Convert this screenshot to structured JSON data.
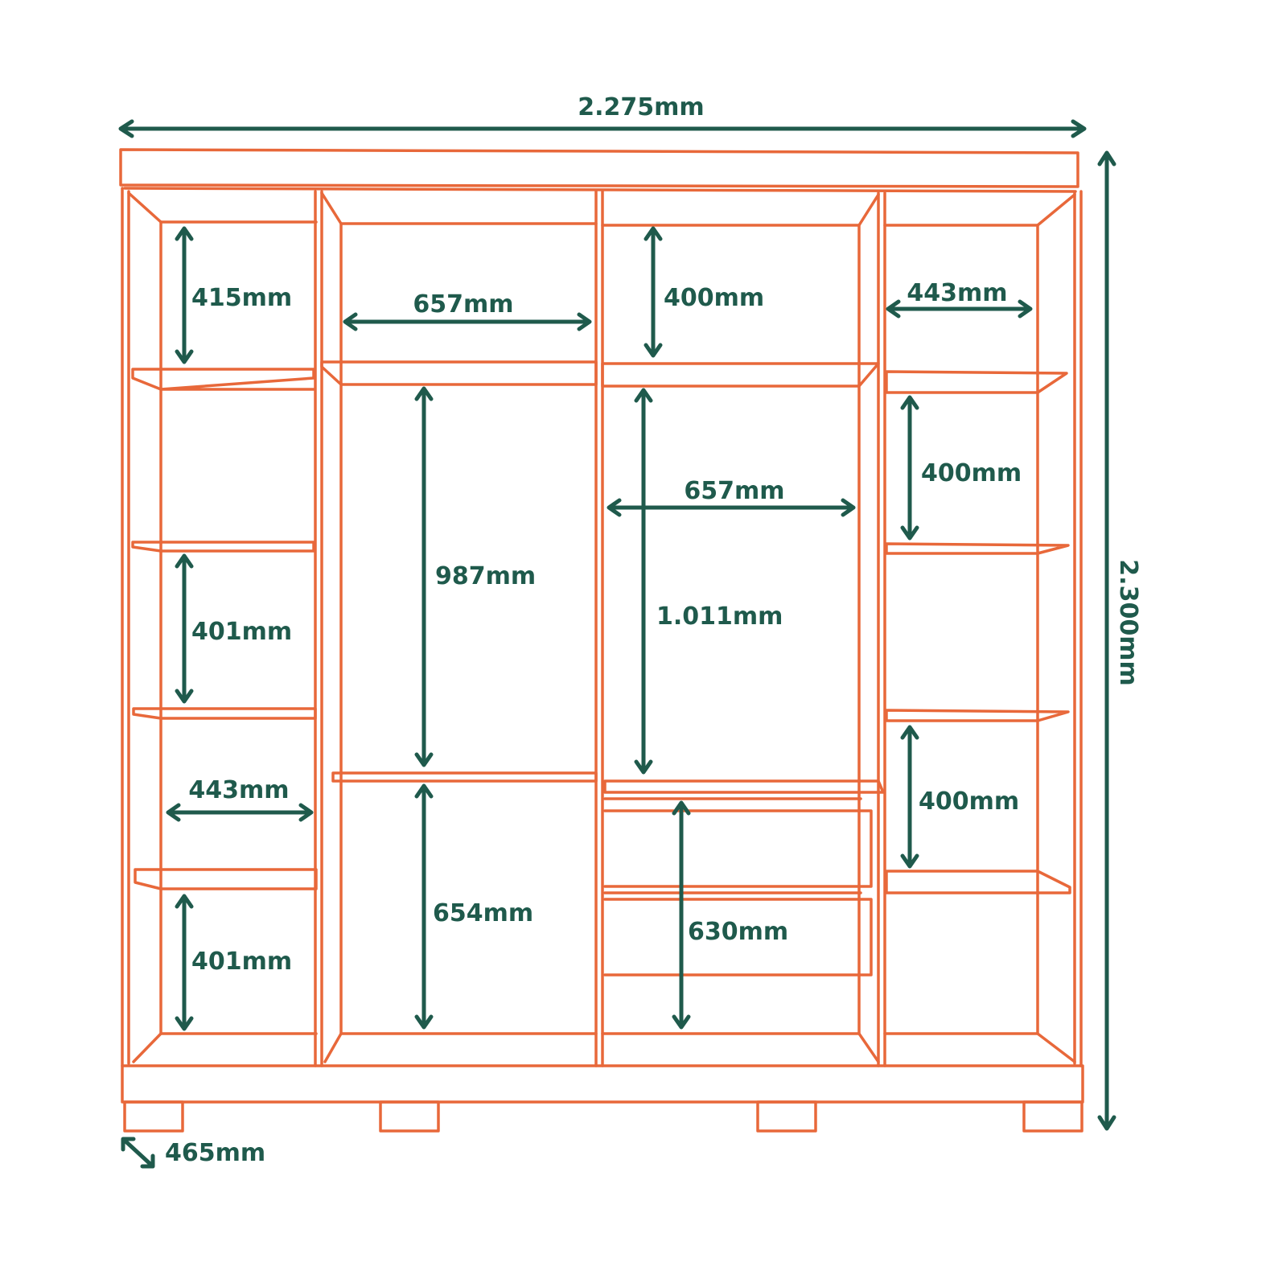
{
  "colors": {
    "frame": "#e8683a",
    "dimension": "#1f5a4c",
    "background": "#ffffff"
  },
  "dimensions": {
    "overall_width": "2.275mm",
    "overall_height": "2.300mm",
    "depth": "465mm",
    "left_top_height": "415mm",
    "left_mid_height": "401mm",
    "left_width": "443mm",
    "left_bottom_height": "401mm",
    "center_left_top_width": "657mm",
    "center_left_hanging_height": "987mm",
    "center_left_bottom_height": "654mm",
    "center_right_top_height": "400mm",
    "center_right_width": "657mm",
    "center_right_hanging_height": "1.011mm",
    "center_right_drawer_height": "630mm",
    "right_top_width": "443mm",
    "right_upper_height": "400mm",
    "right_lower_height": "400mm"
  }
}
